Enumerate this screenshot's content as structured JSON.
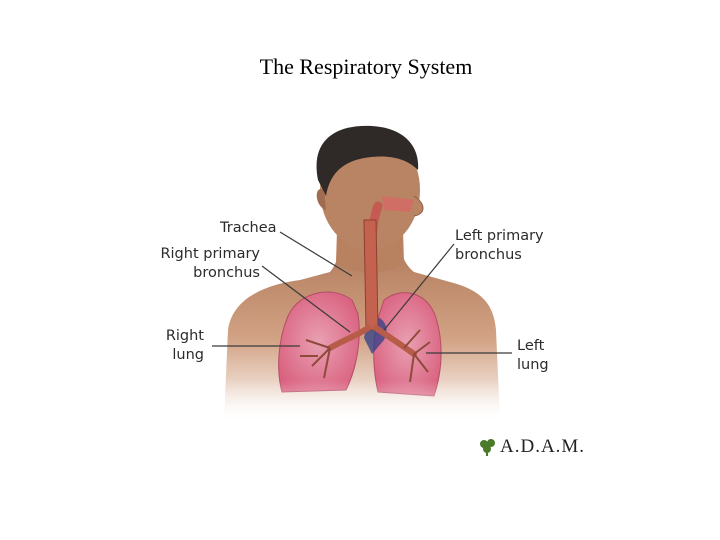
{
  "title": "The Respiratory System",
  "labels": {
    "trachea": "Trachea",
    "right_primary_bronchus": [
      "Right primary",
      "bronchus"
    ],
    "left_primary_bronchus": [
      "Left primary",
      "bronchus"
    ],
    "right_lung": [
      "Right",
      "lung"
    ],
    "left_lung": [
      "Left",
      "lung"
    ]
  },
  "logo": {
    "text": "A.D.A.M."
  },
  "colors": {
    "skin": "#c48e6c",
    "hair": "#2f2a28",
    "lung": "#e07a92",
    "airway": "#b85c4a",
    "pointer_line": "#3a3a3a",
    "logo_leaf": "#4b7a2a"
  }
}
